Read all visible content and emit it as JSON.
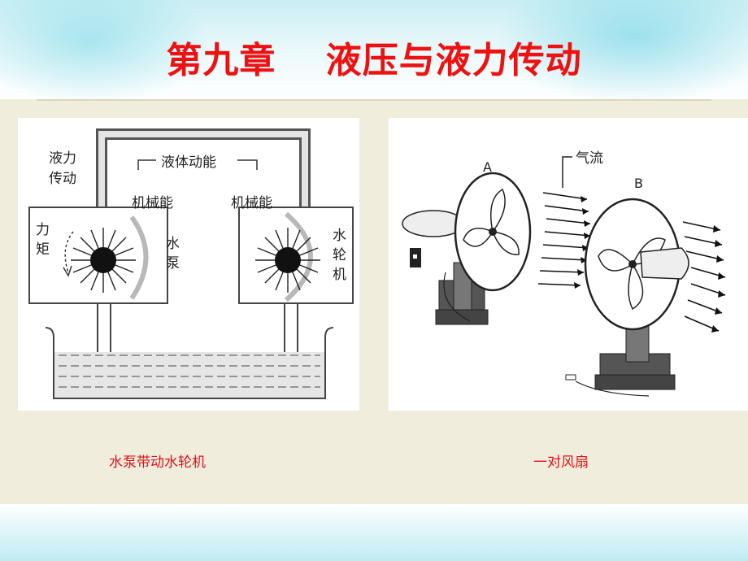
{
  "title": "第九章　 液压与液力传动",
  "left_diagram": {
    "label_transmission_1": "液力",
    "label_transmission_2": "传动",
    "label_fluid_energy": "液体动能",
    "label_mech_left": "机械能",
    "label_mech_right": "机械能",
    "label_torque_1": "力",
    "label_torque_2": "矩",
    "label_pump_1": "水",
    "label_pump_2": "泵",
    "label_turbine_1": "水",
    "label_turbine_2": "轮",
    "label_turbine_3": "机"
  },
  "right_diagram": {
    "label_a": "A",
    "label_b": "B",
    "label_airflow": "气流"
  },
  "captions": {
    "left": "水泵带动水轮机",
    "right": "一对风扇"
  },
  "colors": {
    "title": "#ee1111",
    "caption": "#e0121a"
  }
}
